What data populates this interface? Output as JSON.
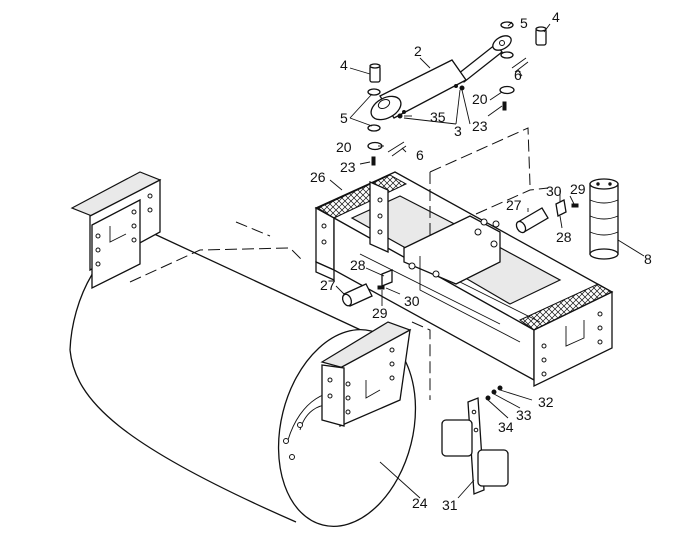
{
  "diagram": {
    "callouts": [
      {
        "id": "label-2",
        "text": "2"
      },
      {
        "id": "label-3",
        "text": "3"
      },
      {
        "id": "label-4a",
        "text": "4"
      },
      {
        "id": "label-4b",
        "text": "4"
      },
      {
        "id": "label-5a",
        "text": "5"
      },
      {
        "id": "label-5b",
        "text": "5"
      },
      {
        "id": "label-6a",
        "text": "6"
      },
      {
        "id": "label-6b",
        "text": "6"
      },
      {
        "id": "label-8",
        "text": "8"
      },
      {
        "id": "label-20a",
        "text": "20"
      },
      {
        "id": "label-20b",
        "text": "20"
      },
      {
        "id": "label-23a",
        "text": "23"
      },
      {
        "id": "label-23b",
        "text": "23"
      },
      {
        "id": "label-24",
        "text": "24"
      },
      {
        "id": "label-26",
        "text": "26"
      },
      {
        "id": "label-27a",
        "text": "27"
      },
      {
        "id": "label-27b",
        "text": "27"
      },
      {
        "id": "label-28a",
        "text": "28"
      },
      {
        "id": "label-28b",
        "text": "28"
      },
      {
        "id": "label-29a",
        "text": "29"
      },
      {
        "id": "label-29b",
        "text": "29"
      },
      {
        "id": "label-30a",
        "text": "30"
      },
      {
        "id": "label-30b",
        "text": "30"
      },
      {
        "id": "label-31",
        "text": "31"
      },
      {
        "id": "label-32",
        "text": "32"
      },
      {
        "id": "label-33",
        "text": "33"
      },
      {
        "id": "label-34",
        "text": "34"
      },
      {
        "id": "label-35",
        "text": "35"
      }
    ]
  }
}
